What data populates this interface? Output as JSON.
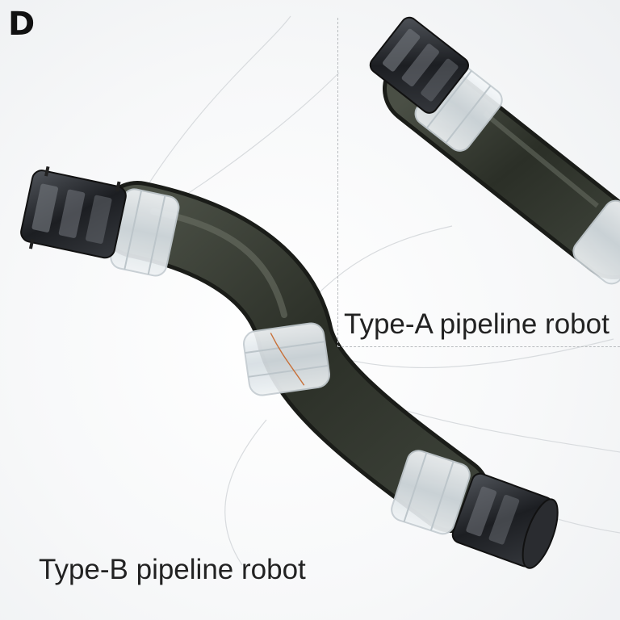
{
  "figure": {
    "panel_letter": "D",
    "inset_label": "Type-A pipeline robot",
    "main_label": "Type-B pipeline robot"
  },
  "colors": {
    "background": "#f7f8f9",
    "robot_body": "#2d3128",
    "robot_cap": "#24262a",
    "clear_joint": "#dfe6ea",
    "text": "#222222"
  }
}
